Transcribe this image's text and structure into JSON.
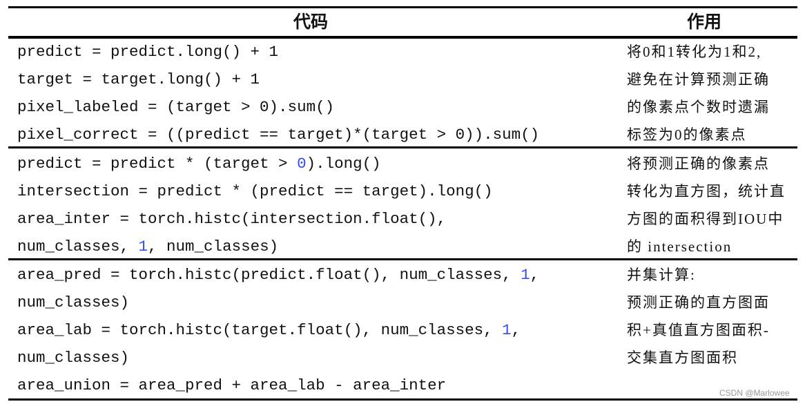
{
  "header": {
    "code": "代码",
    "purpose": "作用"
  },
  "rows": [
    {
      "code": [
        [
          {
            "t": "predict = predict.long() + 1"
          }
        ],
        [
          {
            "t": "target = target.long() + 1"
          }
        ],
        [
          {
            "t": "pixel_labeled = (target > 0).sum()"
          }
        ],
        [
          {
            "t": "pixel_correct = ((predict == target)*(target > 0)).sum()"
          }
        ]
      ],
      "desc": [
        "将0和1转化为1和2,",
        "避免在计算预测正确",
        "的像素点个数时遗漏",
        "标签为0的像素点"
      ]
    },
    {
      "code": [
        [
          {
            "t": "predict = predict * (target > "
          },
          {
            "t": "0",
            "n": true
          },
          {
            "t": ").long()"
          }
        ],
        [
          {
            "t": "intersection = predict * (predict == target).long()"
          }
        ],
        [
          {
            "t": "area_inter = torch.histc(intersection.float(),"
          }
        ],
        [
          {
            "t": "num_classes, "
          },
          {
            "t": "1",
            "n": true
          },
          {
            "t": ", num_classes)"
          }
        ]
      ],
      "desc": [
        "将预测正确的像素点",
        "转化为直方图，统计直",
        "方图的面积得到IOU中",
        "的 intersection"
      ]
    },
    {
      "code": [
        [
          {
            "t": "area_pred = torch.histc(predict.float(), num_classes, "
          },
          {
            "t": "1",
            "n": true
          },
          {
            "t": ","
          }
        ],
        [
          {
            "t": "num_classes)"
          }
        ],
        [
          {
            "t": "area_lab = torch.histc(target.float(), num_classes, "
          },
          {
            "t": "1",
            "n": true
          },
          {
            "t": ","
          }
        ],
        [
          {
            "t": "num_classes)"
          }
        ],
        [
          {
            "t": "area_union = area_pred + area_lab - area_inter"
          }
        ]
      ],
      "desc": [
        "并集计算:",
        "预测正确的直方图面",
        "积+真值直方图面积-",
        "交集直方图面积"
      ]
    }
  ],
  "watermark": "CSDN @Marlowee",
  "colors": {
    "number_literal": "#3350ee",
    "rule": "#000000"
  }
}
